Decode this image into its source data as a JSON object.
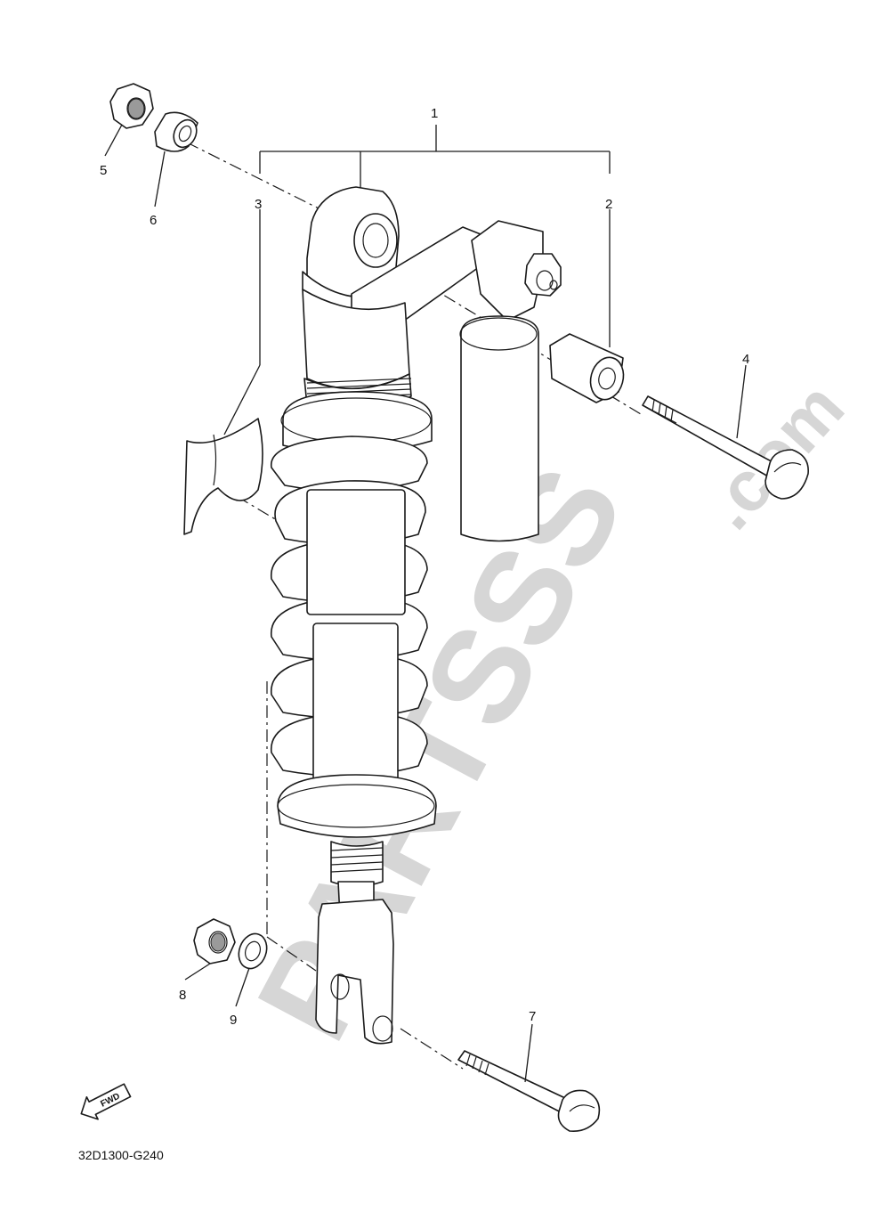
{
  "watermark": {
    "brand": "PARTSSS",
    "domain": ".com"
  },
  "callouts": {
    "c1": "1",
    "c2": "2",
    "c3": "3",
    "c4": "4",
    "c5": "5",
    "c6": "6",
    "c7": "7",
    "c8": "8",
    "c9": "9"
  },
  "fwd_label": "FWD",
  "diagram_code": "32D1300-G240",
  "icons": {
    "fwd": "fwd-arrow-icon"
  }
}
